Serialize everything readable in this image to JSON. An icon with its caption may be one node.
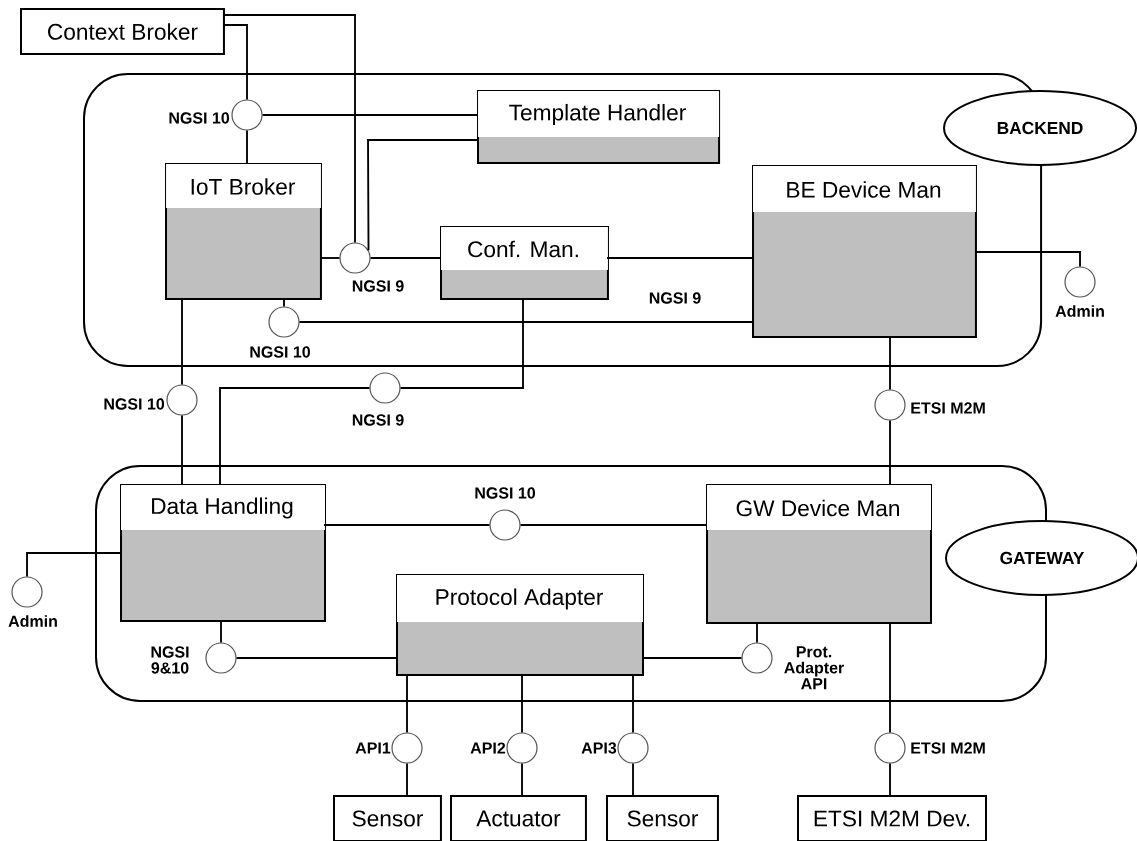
{
  "diagram": {
    "nodes": [
      {
        "text": [
          "Context Broker"
        ]
      },
      {
        "text": [],
        "shape": "box"
      },
      {
        "text": [
          "BACKEND"
        ]
      },
      {
        "text": [
          "Template Handler"
        ],
        "in": 1
      },
      {
        "text": [
          "IoT Broker"
        ],
        "in": 1
      },
      {
        "text": [
          "Conf. Man."
        ],
        "in": 1
      },
      {
        "text": [
          "BE Device Man"
        ],
        "in": 1
      },
      {
        "text": [],
        "shape": "circle",
        "in": 1,
        "beside": [
          "NGSI 10"
        ]
      },
      {
        "text": [],
        "shape": "circle",
        "in": 1,
        "beside": [
          "NGSI 9"
        ]
      },
      {
        "text": [],
        "shape": "circle",
        "in": 1,
        "beside": [
          "NGSI 10"
        ]
      },
      {
        "text": [],
        "shape": "circle",
        "beside": [
          "Admin"
        ]
      },
      {
        "text": [],
        "shape": "circle",
        "beside": [
          "NGSI 10"
        ]
      },
      {
        "text": [],
        "shape": "circle",
        "beside": [
          "NGSI 9"
        ]
      },
      {
        "text": [],
        "shape": "circle",
        "beside": [
          "ETSI M2M"
        ]
      },
      {
        "text": [],
        "shape": "box"
      },
      {
        "text": [
          "GATEWAY"
        ]
      },
      {
        "text": [
          "Data Handling"
        ],
        "in": 14
      },
      {
        "text": [
          "GW Device Man"
        ],
        "in": 14
      },
      {
        "text": [
          "Protocol Adapter"
        ],
        "in": 14
      },
      {
        "text": [],
        "shape": "circle",
        "in": 14,
        "beside": [
          "NGSI 10"
        ]
      },
      {
        "text": [],
        "shape": "circle",
        "beside": [
          "Admin"
        ]
      },
      {
        "text": [],
        "shape": "circle",
        "in": 14,
        "beside": [
          "NGSI 9&10"
        ]
      },
      {
        "text": [],
        "shape": "circle",
        "in": 14,
        "beside": [
          "Prot. Adapter API"
        ]
      },
      {
        "text": [],
        "shape": "circle",
        "beside": [
          "API1"
        ]
      },
      {
        "text": [],
        "shape": "circle",
        "beside": [
          "API2"
        ]
      },
      {
        "text": [],
        "shape": "circle",
        "beside": [
          "API3"
        ]
      },
      {
        "text": [
          "Sensor"
        ]
      },
      {
        "text": [
          "Actuator"
        ]
      },
      {
        "text": [
          "Sensor"
        ]
      },
      {
        "text": [],
        "shape": "circle",
        "beside": [
          "ETSI M2M"
        ]
      },
      {
        "text": [
          "ETSI M2M Dev."
        ]
      }
    ],
    "edges": [
      {
        "from": 0,
        "to": 7,
        "arrow": "none"
      },
      {
        "from": 7,
        "to": 4,
        "arrow": "none"
      },
      {
        "from": 7,
        "to": 3,
        "arrow": "none"
      },
      {
        "from": 0,
        "to": 8,
        "arrow": "none"
      },
      {
        "from": 3,
        "to": 8,
        "arrow": "none"
      },
      {
        "from": 4,
        "to": 8,
        "arrow": "none"
      },
      {
        "from": 8,
        "to": 5,
        "arrow": "none"
      },
      {
        "from": 4,
        "to": 9,
        "arrow": "none"
      },
      {
        "from": 9,
        "to": 6,
        "arrow": "none"
      },
      {
        "from": 5,
        "to": 6,
        "arrow": "none"
      },
      {
        "from": 6,
        "to": 10,
        "arrow": "none"
      },
      {
        "from": 4,
        "to": 11,
        "arrow": "none"
      },
      {
        "from": 11,
        "to": 16,
        "arrow": "none"
      },
      {
        "from": 5,
        "to": 12,
        "arrow": "none"
      },
      {
        "from": 12,
        "to": 16,
        "arrow": "none"
      },
      {
        "from": 6,
        "to": 13,
        "arrow": "none"
      },
      {
        "from": 13,
        "to": 17,
        "arrow": "none"
      },
      {
        "from": 16,
        "to": 19,
        "arrow": "none"
      },
      {
        "from": 19,
        "to": 17,
        "arrow": "none"
      },
      {
        "from": 16,
        "to": 20,
        "arrow": "none"
      },
      {
        "from": 16,
        "to": 21,
        "arrow": "none"
      },
      {
        "from": 21,
        "to": 18,
        "arrow": "none"
      },
      {
        "from": 18,
        "to": 22,
        "arrow": "none"
      },
      {
        "from": 22,
        "to": 17,
        "arrow": "none"
      },
      {
        "from": 18,
        "to": 23,
        "arrow": "none"
      },
      {
        "from": 23,
        "to": 26,
        "arrow": "none"
      },
      {
        "from": 18,
        "to": 24,
        "arrow": "none"
      },
      {
        "from": 24,
        "to": 27,
        "arrow": "none"
      },
      {
        "from": 18,
        "to": 25,
        "arrow": "none"
      },
      {
        "from": 25,
        "to": 28,
        "arrow": "none"
      },
      {
        "from": 17,
        "to": 29,
        "arrow": "none"
      },
      {
        "from": 29,
        "to": 30,
        "arrow": "none"
      }
    ],
    "labels": [
      "NGSI 9"
    ]
  }
}
